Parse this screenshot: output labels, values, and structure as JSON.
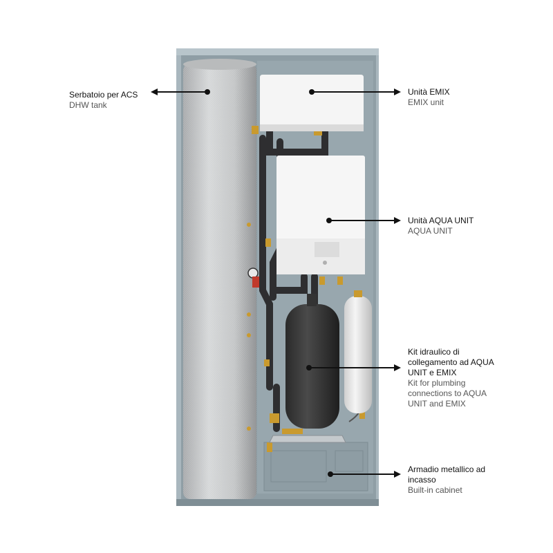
{
  "labels": {
    "tank": {
      "main": "Serbatoio per ACS",
      "sub": "DHW tank"
    },
    "emix": {
      "main": "Unità EMIX",
      "sub": "EMIX unit"
    },
    "aqua": {
      "main": "Unità AQUA UNIT",
      "sub": "AQUA UNIT"
    },
    "kit": {
      "main": "Kit idraulico di collegamento ad AQUA UNIT e EMIX",
      "sub": "Kit for plumbing connections to AQUA UNIT and EMIX"
    },
    "cabinet": {
      "main": "Armadio metallico ad incasso",
      "sub": "Built-in cabinet"
    }
  },
  "colors": {
    "cabinet": "#a8b6bd",
    "cabinet_inner": "#8e9ca3",
    "tank": "#c9cbcc",
    "unit": "#f4f4f4",
    "vessel": "#3a3a3a",
    "pipe": "#2e2e30",
    "brass": "#c99a2e",
    "arrow": "#111111"
  }
}
